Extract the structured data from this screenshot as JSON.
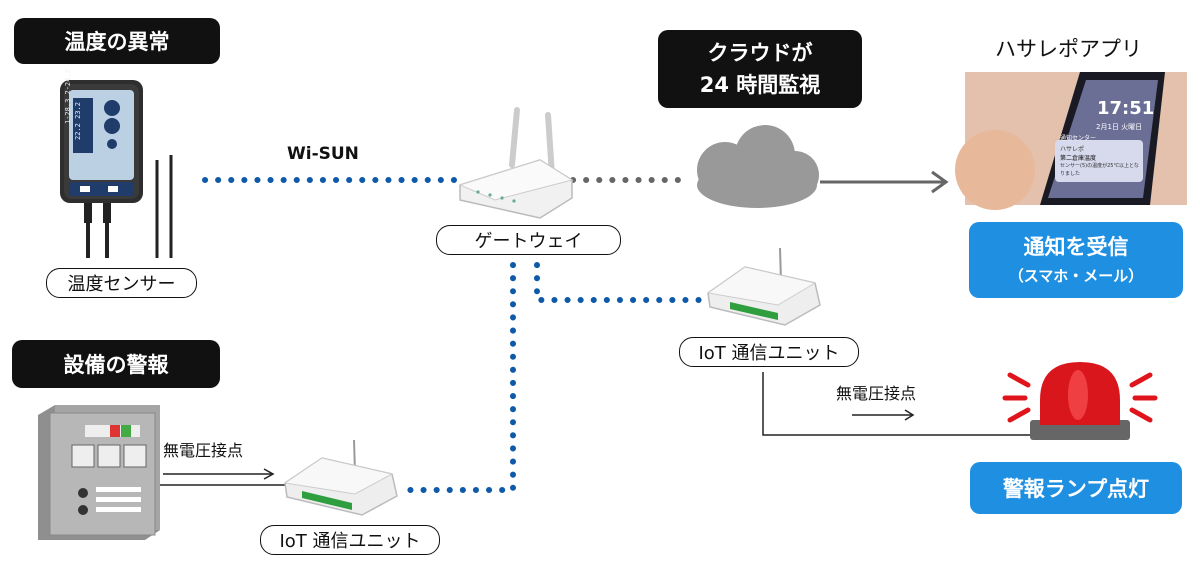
{
  "labels": {
    "temp_anomaly": "温度の異常",
    "temp_sensor": "温度センサー",
    "wisun": "Wi-SUN",
    "gateway": "ゲートウェイ",
    "cloud_line1": "クラウドが",
    "cloud_line2": "24 時間監視",
    "app_name": "ハサレポアプリ",
    "notify_line1": "通知を受信",
    "notify_line2": "（スマホ・メール）",
    "equipment_alarm": "設備の警報",
    "dry_contact_left": "無電圧接点",
    "iot_unit_bottom": "IoT 通信ユニット",
    "iot_unit_right": "IoT 通信ユニット",
    "dry_contact_right": "無電圧接点",
    "alarm_lamp": "警報ランプ点灯"
  },
  "phone_screen": {
    "time": "17:51",
    "date": "2月1日 火曜日",
    "notification_center": "通知センター",
    "app_tag": "ハサレポ",
    "notif_title": "第二倉庫温度",
    "notif_body": "センサー(5)の温度が25℃以上となりました"
  },
  "sensor_display": {
    "line1": "1-28.3 2-24.2",
    "line2": "22.2 23.2"
  },
  "colors": {
    "dotted_blue": "#0f5aa8",
    "dotted_gray": "#666666",
    "label_blue": "#1e8fe1",
    "label_black": "#111111",
    "lamp_red": "#d9161c",
    "cloud_gray": "#999999"
  }
}
